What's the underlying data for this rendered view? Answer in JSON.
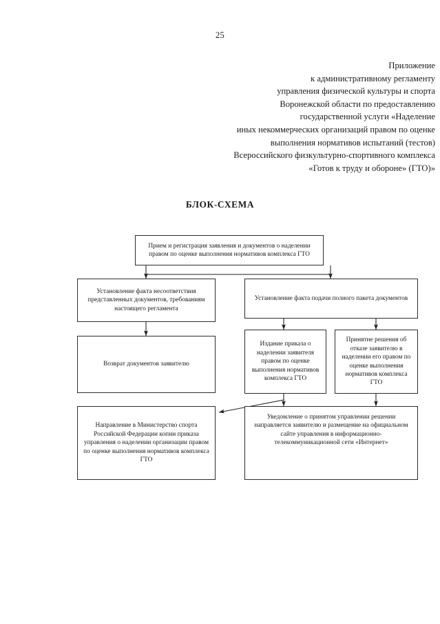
{
  "page": {
    "number": "25"
  },
  "appendix": {
    "lines": [
      "Приложение",
      "к административному регламенту",
      "управления физической культуры и спорта",
      "Воронежской области по предоставлению",
      "государственной услуги «Наделение",
      "иных некоммерческих организаций правом по оценке",
      "выполнения нормативов испытаний (тестов)",
      "Всероссийского физкультурно-спортивного комплекса",
      "«Готов к труду и обороне»  (ГТО)»"
    ]
  },
  "title": "БЛОК-СХЕМА",
  "flowchart": {
    "nodes": [
      {
        "id": "intake",
        "text": "Прием и регистрация заявления и документов о наделении правом по оценке выполнения нормативов комплекса ГТО"
      },
      {
        "id": "noncompliance",
        "text": "Установление факта несоответствия представленных документов, требованиям настоящего регламента"
      },
      {
        "id": "full-package",
        "text": "Установление факта подачи полного пакета документов"
      },
      {
        "id": "return-documents",
        "text": "Возврат документов заявителю"
      },
      {
        "id": "issue-order",
        "text": "Издание приказа о наделении заявителя правом по оценке выполнения нормативов комплекса ГТО"
      },
      {
        "id": "refusal-decision",
        "text": "Принятие решения об отказе заявителю в наделении его правом по оценке выполнения нормативов комплекса ГТО"
      },
      {
        "id": "send-to-ministry",
        "text": "Направление в Министерство спорта Российской Федерации копии приказа управления о наделении организации правом по оценке выполнения нормативов комплекса ГТО"
      },
      {
        "id": "notification",
        "text": "Уведомление о принятом управлении решении направляется заявителю и размещение на официальном сайте управления в информационно-телекоммуникационной сети «Интернет»"
      }
    ]
  }
}
